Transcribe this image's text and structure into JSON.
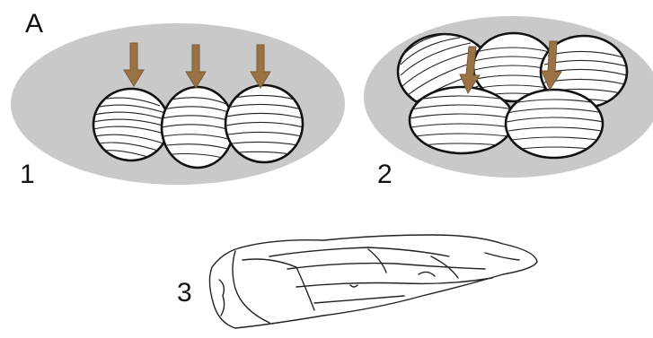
{
  "figure": {
    "panel_letter": "A",
    "panels": [
      {
        "label": "1"
      },
      {
        "label": "2"
      },
      {
        "label": "3"
      }
    ]
  },
  "colors": {
    "background_ellipse": "#c9c9c9",
    "arrow": "#9a7345",
    "ink": "#111111"
  }
}
